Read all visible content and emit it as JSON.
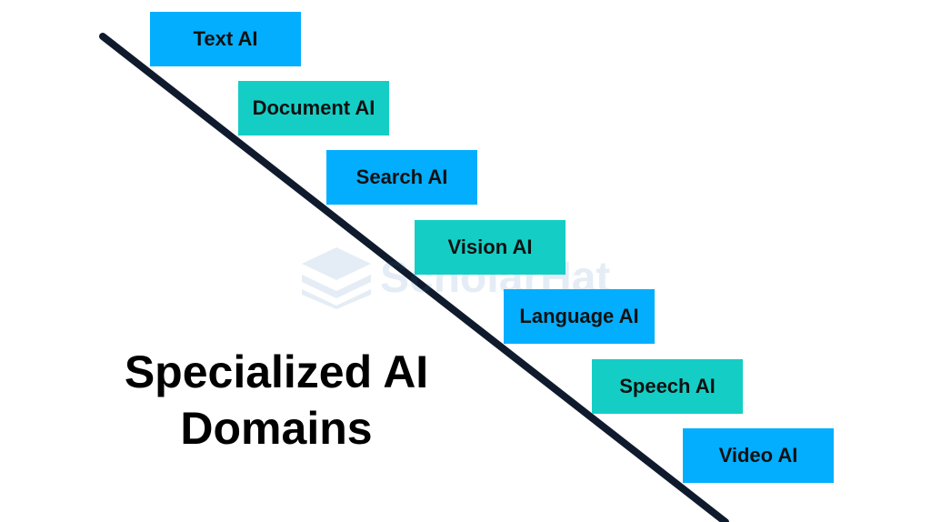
{
  "steps": [
    {
      "label": "Text AI",
      "color": "#03aeff"
    },
    {
      "label": "Document AI",
      "color": "#14cec5"
    },
    {
      "label": "Search AI",
      "color": "#03aeff"
    },
    {
      "label": "Vision AI",
      "color": "#14cec5"
    },
    {
      "label": "Language AI",
      "color": "#03aeff"
    },
    {
      "label": "Speech AI",
      "color": "#14cec5"
    },
    {
      "label": "Video AI",
      "color": "#03aeff"
    }
  ],
  "heading": {
    "line1": "Specialized AI",
    "line2": "Domains"
  },
  "watermark": {
    "text": "ScholarHat",
    "icon": "layered-stack-icon"
  },
  "colors": {
    "line": "#0f1b2d",
    "blue": "#03aeff",
    "teal": "#14cec5"
  }
}
